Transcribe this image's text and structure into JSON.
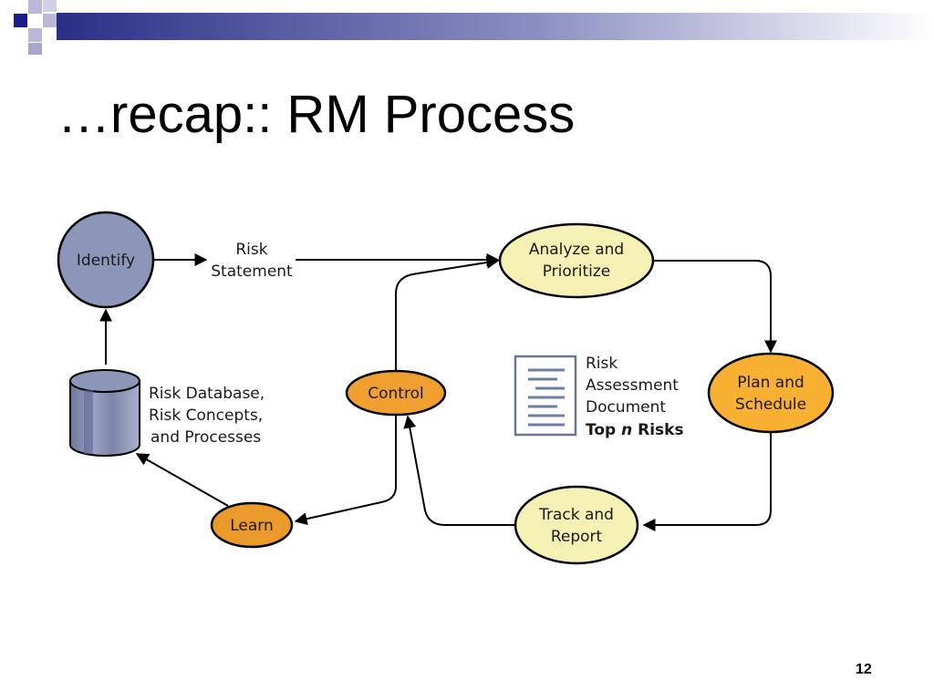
{
  "slide": {
    "title": "…recap:: RM Process",
    "page_number": "12"
  },
  "diagram": {
    "nodes": {
      "identify": "Identify",
      "analyze_line1": "Analyze and",
      "analyze_line2": "Prioritize",
      "plan_line1": "Plan and",
      "plan_line2": "Schedule",
      "track_line1": "Track and",
      "track_line2": "Report",
      "control": "Control",
      "learn": "Learn"
    },
    "labels": {
      "risk_statement_line1": "Risk",
      "risk_statement_line2": "Statement",
      "database_line1": "Risk Database,",
      "database_line2": "Risk Concepts,",
      "database_line3": "and Processes",
      "document_line1": "Risk",
      "document_line2": "Assessment",
      "document_line3": "Document",
      "document_line4_bold1": "Top ",
      "document_line4_italic": "n",
      "document_line4_bold2": " Risks"
    }
  },
  "colors": {
    "identify_fill": "#8c96b8",
    "analyze_fill": "#f5f0b4",
    "track_fill": "#f5f0b4",
    "plan_fill": "#f7b032",
    "control_fill": "#f0a030",
    "learn_fill": "#eb9a2c",
    "database_fill": "#8c96b8",
    "document_lines": "#6e7fa6"
  }
}
